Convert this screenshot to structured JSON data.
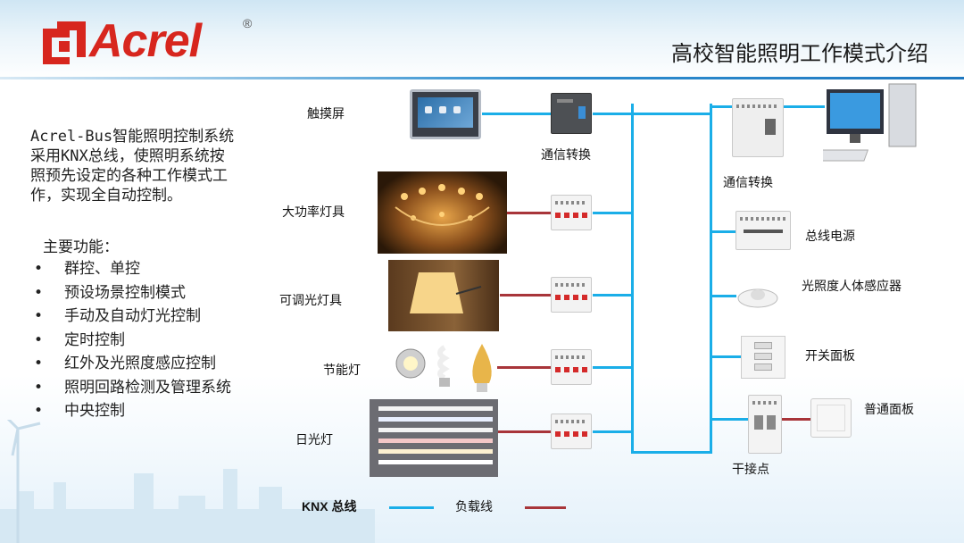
{
  "header": {
    "brand": "Acrel",
    "registered": "®",
    "title": "高校智能照明工作模式介绍"
  },
  "intro": {
    "text": "Acrel-Bus智能照明控制系统\n采用KNX总线，使照明系统按\n照预先设定的各种工作模式工\n作，实现全自动控制。"
  },
  "functions": {
    "title": "主要功能：",
    "items": [
      "群控、单控",
      "预设场景控制模式",
      "手动及自动灯光控制",
      "定时控制",
      "红外及光照度感应控制",
      "照明回路检测及管理系统",
      "中央控制"
    ]
  },
  "devices": {
    "touchscreen": "触摸屏",
    "gateway_left": "通信转换",
    "high_power": "大功率灯具",
    "dimmable": "可调光灯具",
    "energy_saving": "节能灯",
    "fluorescent": "日光灯",
    "gateway_right": "通信转换",
    "bus_power": "总线电源",
    "sensor": "光照度人体感应器",
    "switch_panel": "开关面板",
    "normal_panel": "普通面板",
    "dry_contact": "干接点"
  },
  "legend": {
    "bus_label": "KNX 总线",
    "load_label": "负载线",
    "bus_color": "#1aaee8",
    "load_color": "#a8353a"
  },
  "colors": {
    "brand_red": "#d7261e",
    "accent_blue": "#2f8fd0"
  }
}
